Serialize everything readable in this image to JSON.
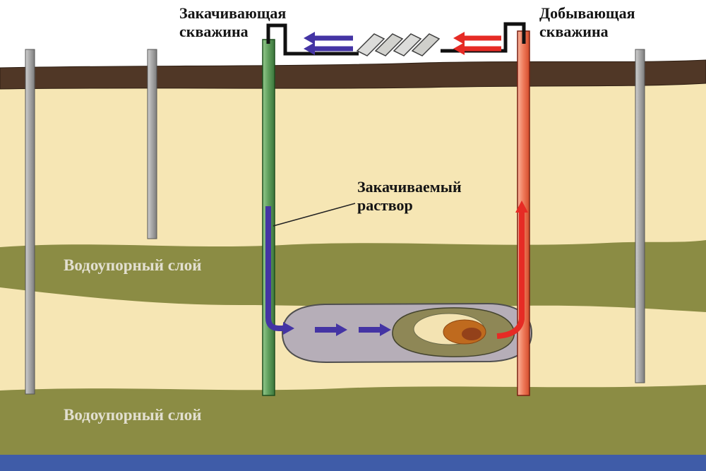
{
  "labels": {
    "injection_well": "Закачивающая скважина",
    "production_well": "Добывающая скважина",
    "injected_solution": "Закачиваемый раствор",
    "aquitard_upper": "Водоупорный слой",
    "aquitard_lower": "Водоупорный слой"
  },
  "icons": {
    "processing_plant": "stacked-slab-blocks"
  },
  "colors": {
    "topsoil": "#503726",
    "sand": "#f6e6b4",
    "aquitard": "#8b8c44",
    "groundwater_bottom": "#3f5ca8",
    "injection_pipe": "#5f9e5c",
    "production_pipe": "#ef7a5a",
    "observation_pipe": "#a8a8a8",
    "injection_flow": "#4434a4",
    "production_flow": "#e62b25",
    "ore_outer": "#b6aeb8",
    "ore_inner": "#8e8756",
    "ore_core": "#bf6a1e"
  }
}
